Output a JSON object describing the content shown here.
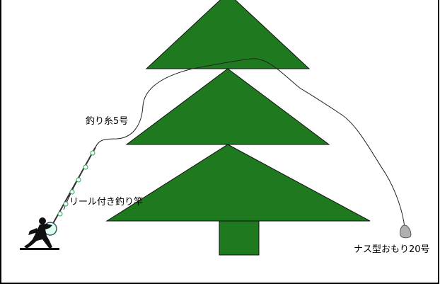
{
  "labels": {
    "fishing_line": "釣り糸5号",
    "rod": "リール付き釣り竿",
    "sinker": "ナス型おもり20号"
  },
  "colors": {
    "tree": "#1f7a1f",
    "tree_outline": "#111111",
    "line": "#222222",
    "sinker": "#b0b0b0",
    "frame": "#000000"
  },
  "icons": [
    "fisherman-icon",
    "sinker-icon",
    "rod-ring-icon"
  ]
}
